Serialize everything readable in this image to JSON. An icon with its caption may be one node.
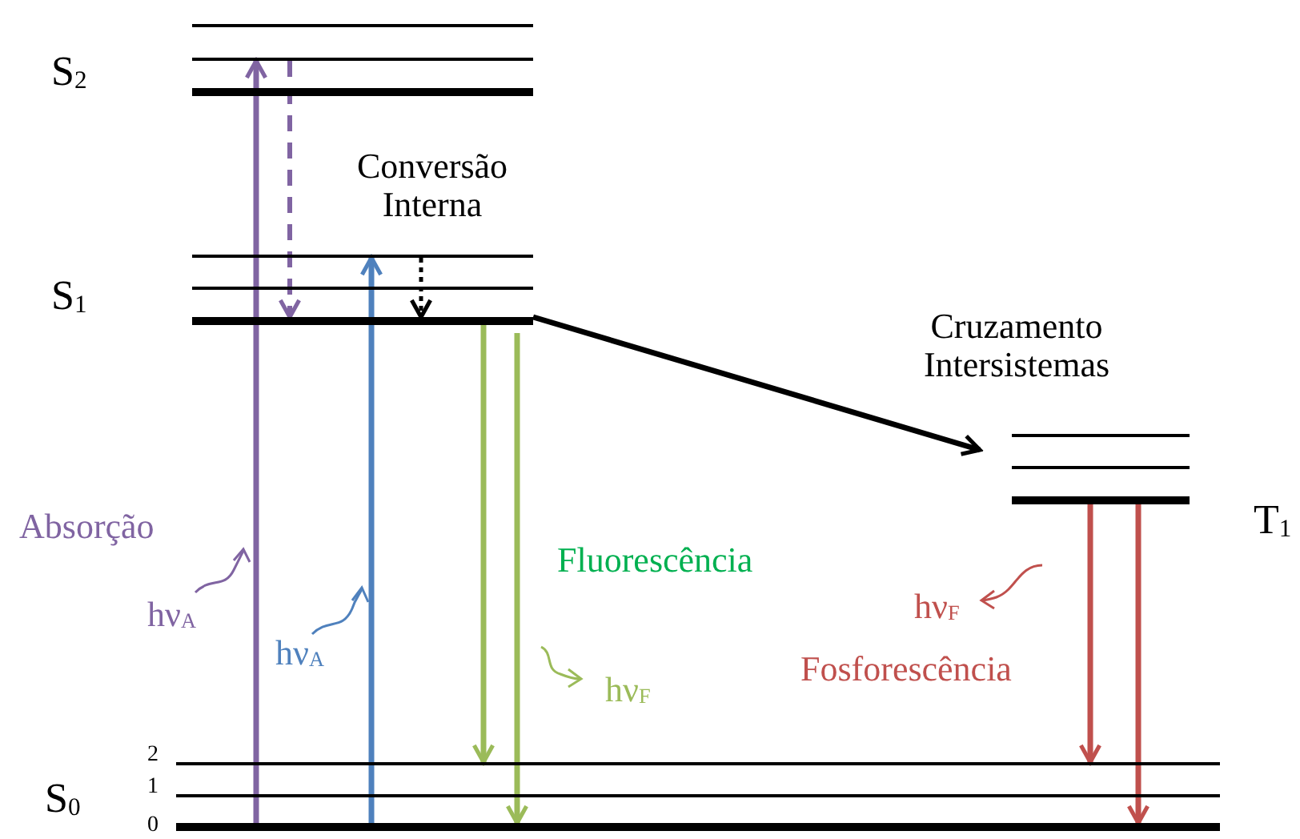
{
  "diagram": {
    "nodes": [
      {
        "text": [],
        "shape": "bar"
      },
      {
        "text": [],
        "shape": "bar"
      },
      {
        "text": [
          "S$_{2}$"
        ]
      },
      {
        "text": [],
        "shape": "bar"
      },
      {
        "text": [],
        "shape": "bar"
      },
      {
        "text": [
          "S$_{1}$"
        ]
      },
      {
        "text": [],
        "shape": "bar"
      },
      {
        "text": [],
        "shape": "bar"
      },
      {
        "text": [
          "T$_{1}$"
        ]
      },
      {
        "text": [
          "2"
        ]
      },
      {
        "text": [
          "1"
        ]
      },
      {
        "text": [
          "S$_{0}$",
          "0"
        ]
      }
    ],
    "edges": [
      {
        "from": 11,
        "to": 1,
        "arrow": "to",
        "color": "#8064a2"
      },
      {
        "from": 1,
        "to": 5,
        "arrow": "to",
        "style": "dashed",
        "color": "#8064a2"
      },
      {
        "from": 11,
        "to": 3,
        "arrow": "to",
        "color": "#4f81bd"
      },
      {
        "from": 3,
        "to": 5,
        "arrow": "to",
        "style": "dashed",
        "color": "#000000"
      },
      {
        "from": 5,
        "to": 6,
        "arrow": "to",
        "color": "#000000"
      },
      {
        "from": 5,
        "to": 9,
        "arrow": "to",
        "color": "#9bbb59"
      },
      {
        "from": 5,
        "to": 11,
        "arrow": "to",
        "color": "#9bbb59"
      },
      {
        "from": 8,
        "to": 9,
        "arrow": "to",
        "color": "#c0504d"
      },
      {
        "from": 8,
        "to": 11,
        "arrow": "to",
        "color": "#c0504d"
      }
    ],
    "labels": [
      "Conversão Interna",
      "Cruzamento Intersistemas",
      "Absorção",
      "Fluorescência",
      "hν$_{A}$",
      "hν$_{F}$",
      "hν$_{A}$",
      "Fosforescência",
      "hν$_{F}$"
    ]
  }
}
